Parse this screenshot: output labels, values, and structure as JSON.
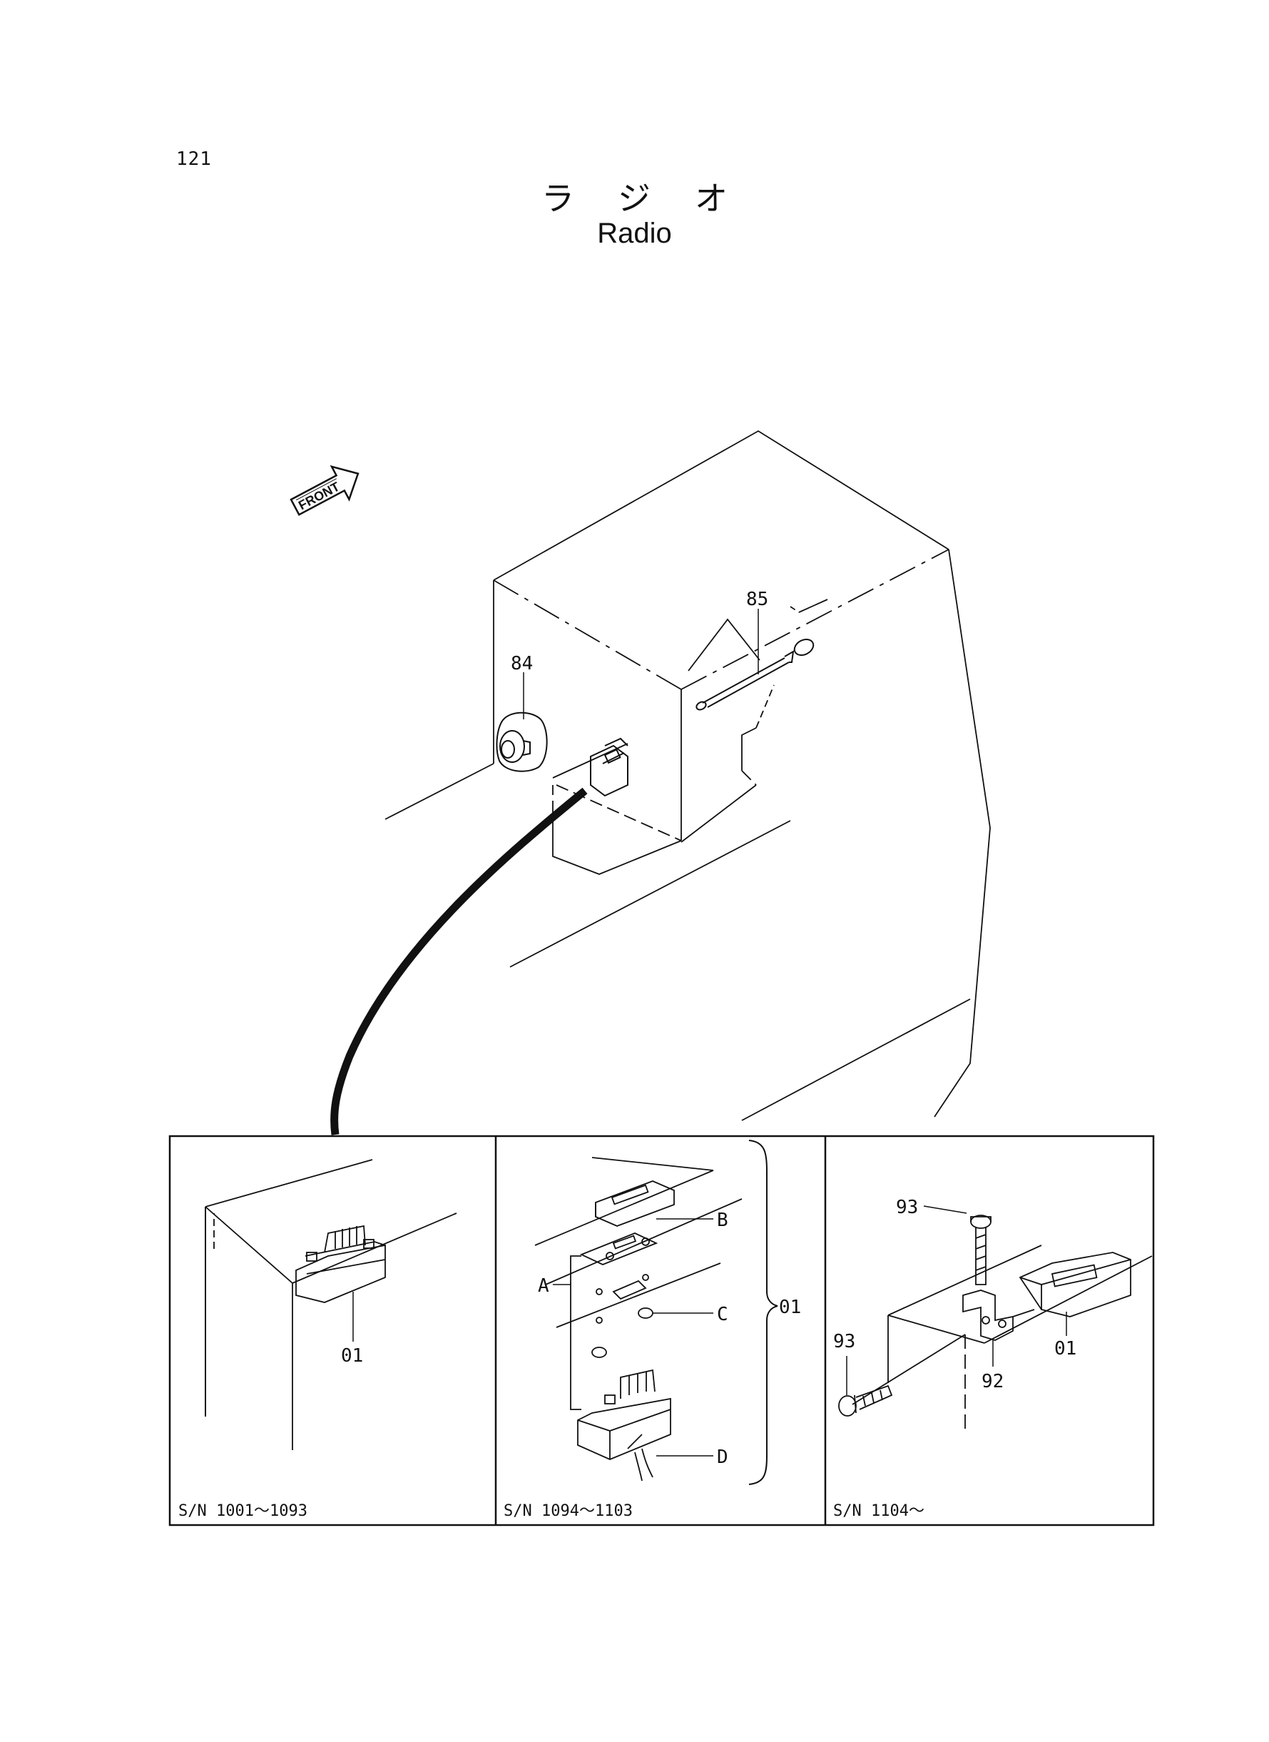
{
  "page_number": "121",
  "title_jp": "ラジオ",
  "title_en": "Radio",
  "front_label": "FRONT",
  "callouts": {
    "main_84": "84",
    "main_85": "85",
    "p1_01": "01",
    "p2_A": "A",
    "p2_B": "B",
    "p2_C": "C",
    "p2_D": "D",
    "p2_01": "01",
    "p3_93_top": "93",
    "p3_93_left": "93",
    "p3_92": "92",
    "p3_01": "01"
  },
  "panels": [
    {
      "serial": "S/N 1001～1093"
    },
    {
      "serial": "S/N 1094～1103"
    },
    {
      "serial": "S/N 1104～"
    }
  ]
}
